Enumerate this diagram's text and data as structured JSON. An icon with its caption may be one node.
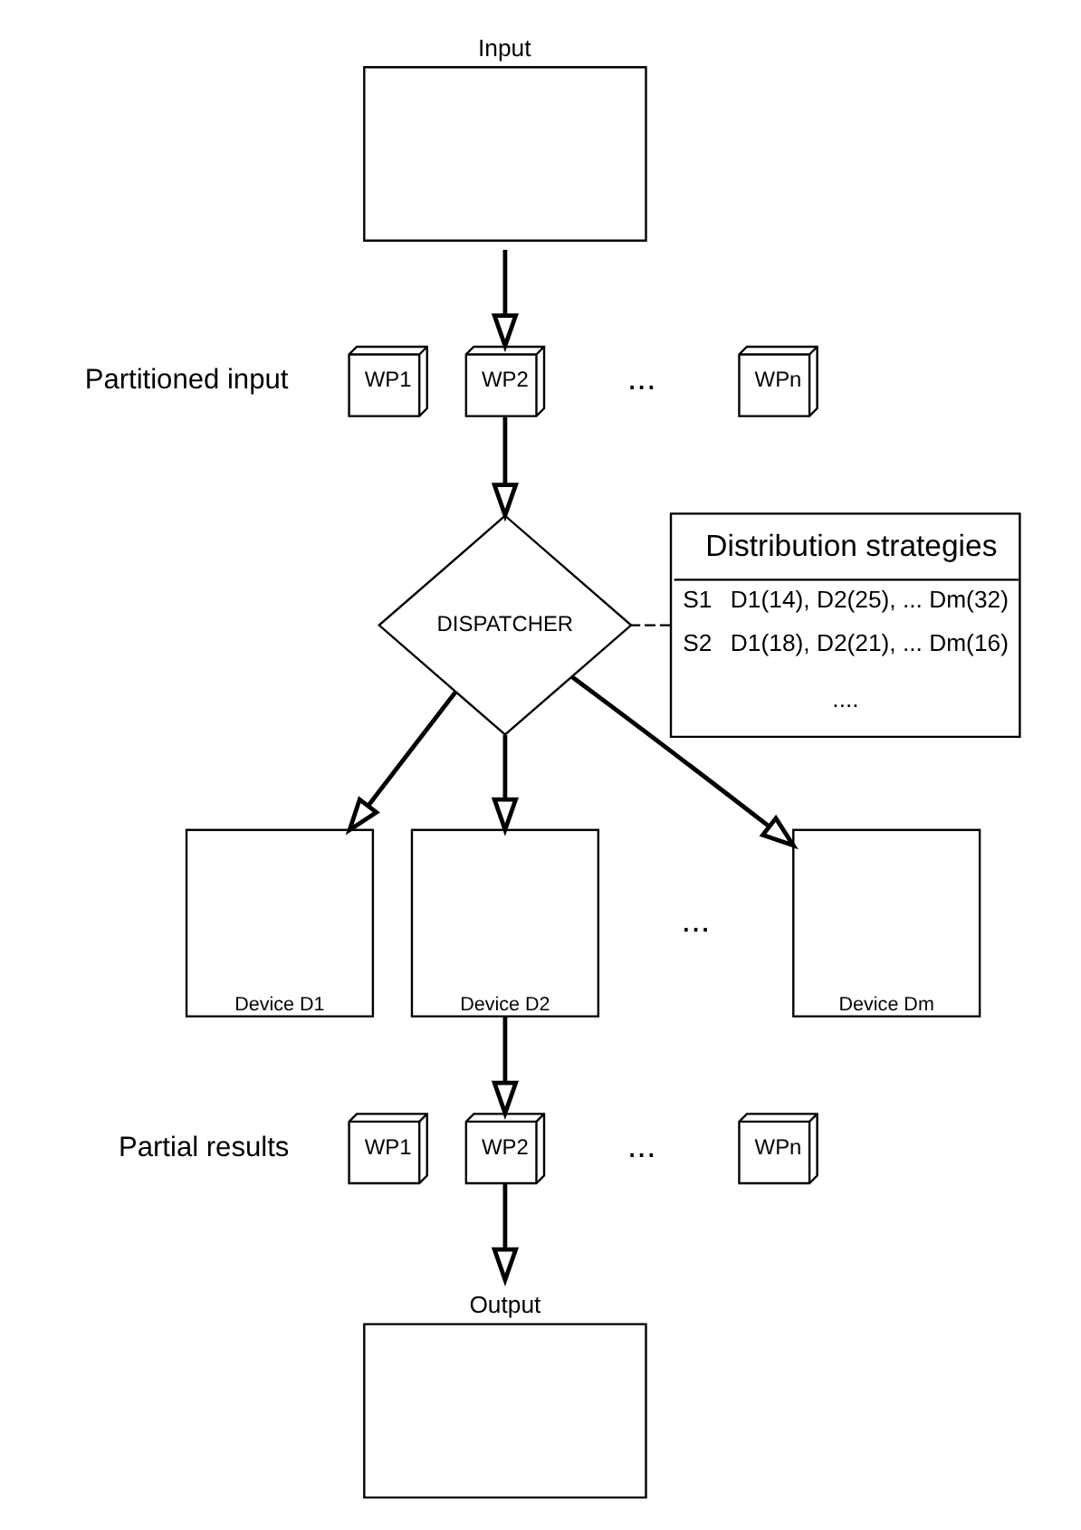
{
  "diagram": {
    "nodes": [
      {
        "text": [
          "Input"
        ]
      },
      {
        "text": [
          "WP1"
        ]
      },
      {
        "text": [
          "WP2"
        ]
      },
      {
        "text": [
          "WPn"
        ]
      },
      {
        "text": [
          "DISPATCHER"
        ]
      },
      {
        "text": [
          "Distribution strategies",
          "S1",
          "D1(14), D2(25), ... Dm(32)",
          "S2",
          "D1(18), D2(21), ... Dm(16)",
          "...."
        ]
      },
      {
        "text": [
          "Device D1"
        ]
      },
      {
        "text": [
          "Device D2"
        ]
      },
      {
        "text": [
          "Device Dm"
        ]
      },
      {
        "text": [
          "WP1"
        ]
      },
      {
        "text": [
          "WP2"
        ]
      },
      {
        "text": [
          "WPn"
        ]
      },
      {
        "text": [
          "Output"
        ]
      }
    ],
    "edges": [
      {
        "from": 0,
        "to": 2,
        "arrow": "to"
      },
      {
        "from": 2,
        "to": 4,
        "arrow": "to"
      },
      {
        "from": 5,
        "to": 4,
        "arrow": "none",
        "style": "dashed"
      },
      {
        "from": 4,
        "to": 6,
        "arrow": "to"
      },
      {
        "from": 4,
        "to": 7,
        "arrow": "to"
      },
      {
        "from": 4,
        "to": 8,
        "arrow": "to"
      },
      {
        "from": 7,
        "to": 10,
        "arrow": "to"
      },
      {
        "from": 10,
        "to": 12,
        "arrow": "to"
      }
    ],
    "labels": [
      "Partitioned input",
      "...",
      "...",
      "Partial results",
      "..."
    ]
  }
}
